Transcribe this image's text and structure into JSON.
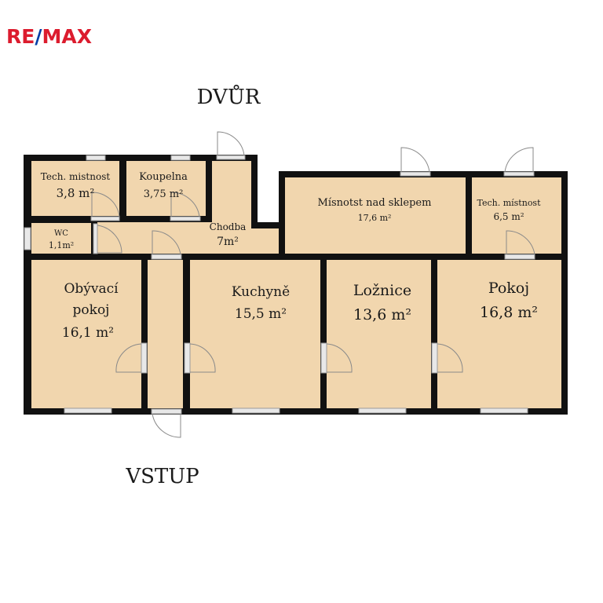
{
  "logo": {
    "left": "RE",
    "slash": "/",
    "right": "MAX",
    "red": "#dc1c2e",
    "blue": "#003da5"
  },
  "labels": {
    "yard": "DVŮR",
    "entrance": "VSTUP"
  },
  "colors": {
    "floor": "#f1d6ae",
    "wall": "#111111"
  },
  "rooms": [
    {
      "name": "Tech. mistnost",
      "area": "3,8 m²"
    },
    {
      "name": "Koupelna",
      "area": "3,75 m²"
    },
    {
      "name": "Chodba",
      "area": "7m²"
    },
    {
      "name": "WC",
      "area": "1,1m²"
    },
    {
      "name": "Mísnotst nad sklepem",
      "area": "17,6 m²"
    },
    {
      "name": "Tech. místnost",
      "area": "6,5 m²"
    },
    {
      "name_line1": "Obývací",
      "name_line2": "pokoj",
      "area": "16,1 m²"
    },
    {
      "name": "Kuchyně",
      "area": "15,5 m²"
    },
    {
      "name": "Ložnice",
      "area": "13,6 m²"
    },
    {
      "name": "Pokoj",
      "area": "16,8 m²"
    }
  ]
}
